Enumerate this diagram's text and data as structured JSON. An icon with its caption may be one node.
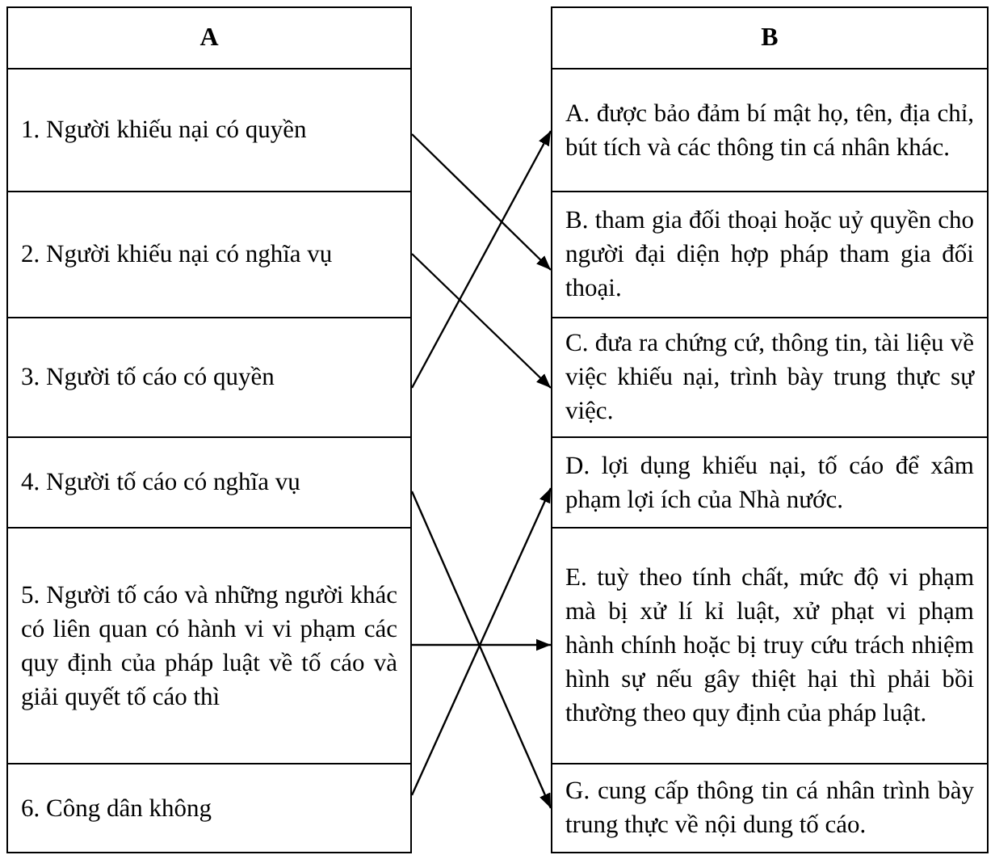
{
  "diagram": {
    "nodes": [
      {
        "text": [
          "A"
        ]
      },
      {
        "text": [
          "1. Người khiếu nại có quyền"
        ]
      },
      {
        "text": [
          "2. Người khiếu nại có nghĩa vụ"
        ]
      },
      {
        "text": [
          "3. Người tố cáo có quyền"
        ]
      },
      {
        "text": [
          "4. Người tố cáo có nghĩa vụ"
        ]
      },
      {
        "text": [
          "5. Người tố cáo và những người khác có liên quan có hành vi vi phạm các quy định của pháp luật về tố cáo và giải quyết tố cáo thì"
        ]
      },
      {
        "text": [
          "6. Công dân không"
        ]
      },
      {
        "text": [
          "B"
        ]
      },
      {
        "text": [
          "A. được bảo đảm bí mật họ, tên, địa chỉ, bút tích và các thông tin cá nhân khác."
        ]
      },
      {
        "text": [
          "B. tham gia đối thoại hoặc uỷ quyền cho người đại diện hợp pháp tham gia đối thoại."
        ]
      },
      {
        "text": [
          "C. đưa ra chứng cứ, thông tin, tài liệu về việc khiếu nại, trình bày trung thực sự việc."
        ]
      },
      {
        "text": [
          "D. lợi dụng khiếu nại, tố cáo để xâm phạm lợi ích của Nhà nước."
        ]
      },
      {
        "text": [
          "E. tuỳ theo tính chất, mức độ vi phạm mà bị xử lí kỉ luật, xử phạt vi phạm hành chính hoặc bị truy cứu trách nhiệm hình sự nếu gây thiệt hại thì phải bồi thường theo quy định của pháp luật."
        ]
      },
      {
        "text": [
          "G. cung cấp thông tin cá nhân trình bày trung thực về nội dung tố cáo."
        ]
      }
    ],
    "edges": [
      {
        "from": 1,
        "to": 9,
        "arrow": "to"
      },
      {
        "from": 2,
        "to": 10,
        "arrow": "to"
      },
      {
        "from": 3,
        "to": 8,
        "arrow": "to"
      },
      {
        "from": 4,
        "to": 13,
        "arrow": "to"
      },
      {
        "from": 5,
        "to": 12,
        "arrow": "to"
      },
      {
        "from": 6,
        "to": 11,
        "arrow": "to"
      }
    ]
  }
}
